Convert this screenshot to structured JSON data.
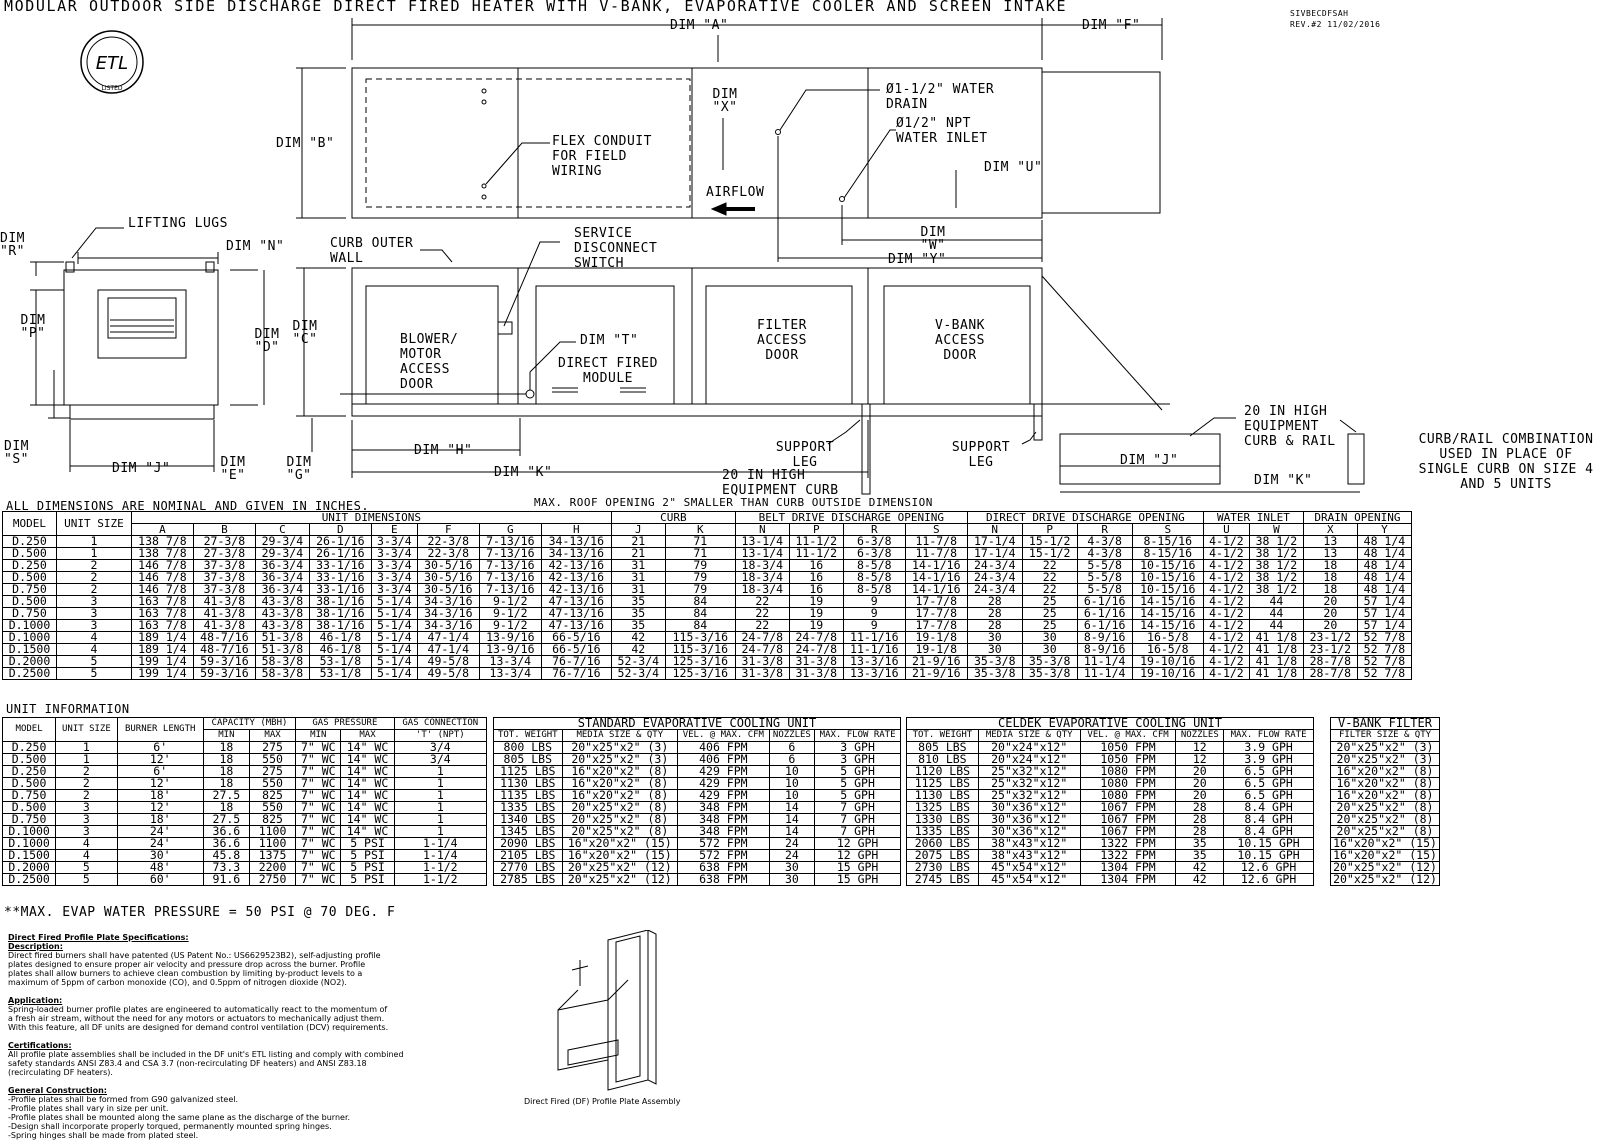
{
  "title": "MODULAR OUTDOOR SIDE DISCHARGE DIRECT FIRED HEATER WITH V-BANK, EVAPORATIVE COOLER AND SCREEN INTAKE",
  "doc_code": "SIVBECDFSAH",
  "revision": "REV.#2  11/02/2016",
  "logo": {
    "text": "ETL",
    "sub": "LISTED"
  },
  "top_view": {
    "dim_a": "DIM \"A\"",
    "dim_f": "DIM \"F\"",
    "dim_b": "DIM \"B\"",
    "dim_x": "DIM \"X\"",
    "dim_u": "DIM \"U\"",
    "dim_w": "DIM \"W\"",
    "dim_y": "DIM \"Y\"",
    "flex_conduit": "FLEX CONDUIT FOR FIELD WIRING",
    "water_drain": "Ø1-1/2\" WATER DRAIN",
    "water_inlet": "Ø1/2\" NPT WATER INLET",
    "airflow": "AIRFLOW"
  },
  "end_view": {
    "lifting_lugs": "LIFTING LUGS",
    "dim_r": "DIM \"R\"",
    "dim_n": "DIM \"N\"",
    "dim_p": "DIM \"P\"",
    "dim_d": "DIM \"D\"",
    "dim_s": "DIM \"S\"",
    "dim_j": "DIM \"J\"",
    "dim_e": "DIM \"E\"",
    "dim_g": "DIM \"G\""
  },
  "side_view": {
    "curb_outer_wall": "CURB OUTER WALL",
    "service_disconnect": "SERVICE DISCONNECT SWITCH",
    "dim_c": "DIM \"C\"",
    "dim_t": "DIM \"T\"",
    "blower_door": "BLOWER/ MOTOR ACCESS DOOR",
    "df_module": "DIRECT FIRED MODULE",
    "filter_door": "FILTER ACCESS DOOR",
    "vbank_door": "V-BANK ACCESS DOOR",
    "support_leg": "SUPPORT LEG",
    "equipment_curb": "20 IN HIGH EQUIPMENT CURB",
    "dim_h": "DIM \"H\"",
    "dim_k": "DIM \"K\""
  },
  "curb_rail": {
    "label": "20 IN HIGH EQUIPMENT CURB & RAIL",
    "note": "CURB/RAIL COMBINATION USED IN PLACE OF SINGLE CURB ON SIZE 4 AND 5 UNITS",
    "dim_j": "DIM \"J\"",
    "dim_k": "DIM \"K\""
  },
  "nominal_note": "ALL DIMENSIONS ARE NOMINAL AND GIVEN IN INCHES.",
  "roof_note": "MAX. ROOF OPENING 2\" SMALLER THAN CURB OUTSIDE DIMENSION",
  "dim_table": {
    "groups": [
      "MODEL",
      "UNIT SIZE",
      "UNIT DIMENSIONS",
      "CURB",
      "BELT DRIVE DISCHARGE OPENING",
      "DIRECT DRIVE DISCHARGE OPENING",
      "WATER INLET",
      "DRAIN OPENING"
    ],
    "columns": [
      "A",
      "B",
      "C",
      "D",
      "E",
      "F",
      "G",
      "H",
      "J",
      "K",
      "N",
      "P",
      "R",
      "S",
      "N",
      "P",
      "R",
      "S",
      "U",
      "W",
      "X",
      "Y"
    ],
    "rows": [
      [
        "D.250",
        "1",
        "138 7/8",
        "27-3/8",
        "29-3/4",
        "26-1/16",
        "3-3/4",
        "22-3/8",
        "7-13/16",
        "34-13/16",
        "21",
        "71",
        "13-1/4",
        "11-1/2",
        "6-3/8",
        "11-7/8",
        "17-1/4",
        "15-1/2",
        "4-3/8",
        "8-15/16",
        "4-1/2",
        "38 1/2",
        "13",
        "48 1/4"
      ],
      [
        "D.500",
        "1",
        "138 7/8",
        "27-3/8",
        "29-3/4",
        "26-1/16",
        "3-3/4",
        "22-3/8",
        "7-13/16",
        "34-13/16",
        "21",
        "71",
        "13-1/4",
        "11-1/2",
        "6-3/8",
        "11-7/8",
        "17-1/4",
        "15-1/2",
        "4-3/8",
        "8-15/16",
        "4-1/2",
        "38 1/2",
        "13",
        "48 1/4"
      ],
      [
        "D.250",
        "2",
        "146 7/8",
        "37-3/8",
        "36-3/4",
        "33-1/16",
        "3-3/4",
        "30-5/16",
        "7-13/16",
        "42-13/16",
        "31",
        "79",
        "18-3/4",
        "16",
        "8-5/8",
        "14-1/16",
        "24-3/4",
        "22",
        "5-5/8",
        "10-15/16",
        "4-1/2",
        "38 1/2",
        "18",
        "48 1/4"
      ],
      [
        "D.500",
        "2",
        "146 7/8",
        "37-3/8",
        "36-3/4",
        "33-1/16",
        "3-3/4",
        "30-5/16",
        "7-13/16",
        "42-13/16",
        "31",
        "79",
        "18-3/4",
        "16",
        "8-5/8",
        "14-1/16",
        "24-3/4",
        "22",
        "5-5/8",
        "10-15/16",
        "4-1/2",
        "38 1/2",
        "18",
        "48 1/4"
      ],
      [
        "D.750",
        "2",
        "146 7/8",
        "37-3/8",
        "36-3/4",
        "33-1/16",
        "3-3/4",
        "30-5/16",
        "7-13/16",
        "42-13/16",
        "31",
        "79",
        "18-3/4",
        "16",
        "8-5/8",
        "14-1/16",
        "24-3/4",
        "22",
        "5-5/8",
        "10-15/16",
        "4-1/2",
        "38 1/2",
        "18",
        "48 1/4"
      ],
      [
        "D.500",
        "3",
        "163 7/8",
        "41-3/8",
        "43-3/8",
        "38-1/16",
        "5-1/4",
        "34-3/16",
        "9-1/2",
        "47-13/16",
        "35",
        "84",
        "22",
        "19",
        "9",
        "17-7/8",
        "28",
        "25",
        "6-1/16",
        "14-15/16",
        "4-1/2",
        "44",
        "20",
        "57 1/4"
      ],
      [
        "D.750",
        "3",
        "163 7/8",
        "41-3/8",
        "43-3/8",
        "38-1/16",
        "5-1/4",
        "34-3/16",
        "9-1/2",
        "47-13/16",
        "35",
        "84",
        "22",
        "19",
        "9",
        "17-7/8",
        "28",
        "25",
        "6-1/16",
        "14-15/16",
        "4-1/2",
        "44",
        "20",
        "57 1/4"
      ],
      [
        "D.1000",
        "3",
        "163 7/8",
        "41-3/8",
        "43-3/8",
        "38-1/16",
        "5-1/4",
        "34-3/16",
        "9-1/2",
        "47-13/16",
        "35",
        "84",
        "22",
        "19",
        "9",
        "17-7/8",
        "28",
        "25",
        "6-1/16",
        "14-15/16",
        "4-1/2",
        "44",
        "20",
        "57 1/4"
      ],
      [
        "D.1000",
        "4",
        "189 1/4",
        "48-7/16",
        "51-3/8",
        "46-1/8",
        "5-1/4",
        "47-1/4",
        "13-9/16",
        "66-5/16",
        "42",
        "115-3/16",
        "24-7/8",
        "24-7/8",
        "11-1/16",
        "19-1/8",
        "30",
        "30",
        "8-9/16",
        "16-5/8",
        "4-1/2",
        "41 1/8",
        "23-1/2",
        "52 7/8"
      ],
      [
        "D.1500",
        "4",
        "189 1/4",
        "48-7/16",
        "51-3/8",
        "46-1/8",
        "5-1/4",
        "47-1/4",
        "13-9/16",
        "66-5/16",
        "42",
        "115-3/16",
        "24-7/8",
        "24-7/8",
        "11-1/16",
        "19-1/8",
        "30",
        "30",
        "8-9/16",
        "16-5/8",
        "4-1/2",
        "41 1/8",
        "23-1/2",
        "52 7/8"
      ],
      [
        "D.2000",
        "5",
        "199 1/4",
        "59-3/16",
        "58-3/8",
        "53-1/8",
        "5-1/4",
        "49-5/8",
        "13-3/4",
        "76-7/16",
        "52-3/4",
        "125-3/16",
        "31-3/8",
        "31-3/8",
        "13-3/16",
        "21-9/16",
        "35-3/8",
        "35-3/8",
        "11-1/4",
        "19-10/16",
        "4-1/2",
        "41 1/8",
        "28-7/8",
        "52 7/8"
      ],
      [
        "D.2500",
        "5",
        "199 1/4",
        "59-3/16",
        "58-3/8",
        "53-1/8",
        "5-1/4",
        "49-5/8",
        "13-3/4",
        "76-7/16",
        "52-3/4",
        "125-3/16",
        "31-3/8",
        "31-3/8",
        "13-3/16",
        "21-9/16",
        "35-3/8",
        "35-3/8",
        "11-1/4",
        "19-10/16",
        "4-1/2",
        "41 1/8",
        "28-7/8",
        "52 7/8"
      ]
    ]
  },
  "unit_info_title": "UNIT INFORMATION",
  "unit_info": {
    "head1": [
      "MODEL",
      "UNIT SIZE",
      "BURNER LENGTH",
      "CAPACITY (MBH)",
      "GAS PRESSURE",
      "GAS CONNECTION"
    ],
    "head2": [
      "MIN",
      "MAX",
      "MIN",
      "MAX",
      "'T' (NPT)"
    ],
    "rows": [
      [
        "D.250",
        "1",
        "6'",
        "18",
        "275",
        "7\" WC",
        "14\" WC",
        "3/4"
      ],
      [
        "D.500",
        "1",
        "12'",
        "18",
        "550",
        "7\" WC",
        "14\" WC",
        "3/4"
      ],
      [
        "D.250",
        "2",
        "6'",
        "18",
        "275",
        "7\" WC",
        "14\" WC",
        "1"
      ],
      [
        "D.500",
        "2",
        "12'",
        "18",
        "550",
        "7\" WC",
        "14\" WC",
        "1"
      ],
      [
        "D.750",
        "2",
        "18'",
        "27.5",
        "825",
        "7\" WC",
        "14\" WC",
        "1"
      ],
      [
        "D.500",
        "3",
        "12'",
        "18",
        "550",
        "7\" WC",
        "14\" WC",
        "1"
      ],
      [
        "D.750",
        "3",
        "18'",
        "27.5",
        "825",
        "7\" WC",
        "14\" WC",
        "1"
      ],
      [
        "D.1000",
        "3",
        "24'",
        "36.6",
        "1100",
        "7\" WC",
        "14\" WC",
        "1"
      ],
      [
        "D.1000",
        "4",
        "24'",
        "36.6",
        "1100",
        "7\" WC",
        "5 PSI",
        "1-1/4"
      ],
      [
        "D.1500",
        "4",
        "30'",
        "45.8",
        "1375",
        "7\" WC",
        "5 PSI",
        "1-1/4"
      ],
      [
        "D.2000",
        "5",
        "48'",
        "73.3",
        "2200",
        "7\" WC",
        "5 PSI",
        "1-1/2"
      ],
      [
        "D.2500",
        "5",
        "60'",
        "91.6",
        "2750",
        "7\" WC",
        "5 PSI",
        "1-1/2"
      ]
    ]
  },
  "std_evap": {
    "title": "STANDARD EVAPORATIVE COOLING UNIT",
    "head": [
      "TOT. WEIGHT",
      "MEDIA SIZE & QTY",
      "VEL. @ MAX. CFM",
      "NOZZLES",
      "MAX. FLOW RATE"
    ],
    "rows": [
      [
        "800 LBS",
        "20\"x25\"x2\" (3)",
        "406 FPM",
        "6",
        "3 GPH"
      ],
      [
        "805 LBS",
        "20\"x25\"x2\" (3)",
        "406 FPM",
        "6",
        "3 GPH"
      ],
      [
        "1125 LBS",
        "16\"x20\"x2\" (8)",
        "429 FPM",
        "10",
        "5 GPH"
      ],
      [
        "1130 LBS",
        "16\"x20\"x2\" (8)",
        "429 FPM",
        "10",
        "5 GPH"
      ],
      [
        "1135 LBS",
        "16\"x20\"x2\" (8)",
        "429 FPM",
        "10",
        "5 GPH"
      ],
      [
        "1335 LBS",
        "20\"x25\"x2\" (8)",
        "348 FPM",
        "14",
        "7 GPH"
      ],
      [
        "1340 LBS",
        "20\"x25\"x2\" (8)",
        "348 FPM",
        "14",
        "7 GPH"
      ],
      [
        "1345 LBS",
        "20\"x25\"x2\" (8)",
        "348 FPM",
        "14",
        "7 GPH"
      ],
      [
        "2090 LBS",
        "16\"x20\"x2\" (15)",
        "572 FPM",
        "24",
        "12 GPH"
      ],
      [
        "2105 LBS",
        "16\"x20\"x2\" (15)",
        "572 FPM",
        "24",
        "12 GPH"
      ],
      [
        "2770 LBS",
        "20\"x25\"x2\" (12)",
        "638 FPM",
        "30",
        "15 GPH"
      ],
      [
        "2785 LBS",
        "20\"x25\"x2\" (12)",
        "638 FPM",
        "30",
        "15 GPH"
      ]
    ]
  },
  "celdek": {
    "title": "CELDEK EVAPORATIVE COOLING UNIT",
    "head": [
      "TOT. WEIGHT",
      "MEDIA SIZE & QTY",
      "VEL. @ MAX. CFM",
      "NOZZLES",
      "MAX. FLOW RATE"
    ],
    "rows": [
      [
        "805 LBS",
        "20\"x24\"x12\"",
        "1050 FPM",
        "12",
        "3.9 GPH"
      ],
      [
        "810 LBS",
        "20\"x24\"x12\"",
        "1050 FPM",
        "12",
        "3.9 GPH"
      ],
      [
        "1120 LBS",
        "25\"x32\"x12\"",
        "1080 FPM",
        "20",
        "6.5 GPH"
      ],
      [
        "1125 LBS",
        "25\"x32\"x12\"",
        "1080 FPM",
        "20",
        "6.5 GPH"
      ],
      [
        "1130 LBS",
        "25\"x32\"x12\"",
        "1080 FPM",
        "20",
        "6.5 GPH"
      ],
      [
        "1325 LBS",
        "30\"x36\"x12\"",
        "1067 FPM",
        "28",
        "8.4 GPH"
      ],
      [
        "1330 LBS",
        "30\"x36\"x12\"",
        "1067 FPM",
        "28",
        "8.4 GPH"
      ],
      [
        "1335 LBS",
        "30\"x36\"x12\"",
        "1067 FPM",
        "28",
        "8.4 GPH"
      ],
      [
        "2060 LBS",
        "38\"x43\"x12\"",
        "1322 FPM",
        "35",
        "10.15 GPH"
      ],
      [
        "2075 LBS",
        "38\"x43\"x12\"",
        "1322 FPM",
        "35",
        "10.15 GPH"
      ],
      [
        "2730 LBS",
        "45\"x54\"x12\"",
        "1304 FPM",
        "42",
        "12.6 GPH"
      ],
      [
        "2745 LBS",
        "45\"x54\"x12\"",
        "1304 FPM",
        "42",
        "12.6 GPH"
      ]
    ]
  },
  "vbank": {
    "title": "V-BANK FILTER",
    "head": "FILTER SIZE & QTY",
    "rows": [
      "20\"x25\"x2\" (3)",
      "20\"x25\"x2\" (3)",
      "16\"x20\"x2\" (8)",
      "16\"x20\"x2\" (8)",
      "16\"x20\"x2\" (8)",
      "20\"x25\"x2\" (8)",
      "20\"x25\"x2\" (8)",
      "20\"x25\"x2\" (8)",
      "16\"x20\"x2\" (15)",
      "16\"x20\"x2\" (15)",
      "20\"x25\"x2\" (12)",
      "20\"x25\"x2\" (12)"
    ]
  },
  "evap_note": "**MAX. EVAP WATER PRESSURE = 50 PSI @ 70 DEG. F",
  "spec": {
    "title": "Direct Fired Profile Plate Specifications:",
    "desc_h": "Description:",
    "desc": "Direct fired burners shall have patented (US Patent No.: US6629523B2), self-adjusting profile\nplates designed to ensure proper air velocity and pressure drop across the burner. Profile\nplates shall allow burners to achieve clean combustion by limiting by-product levels to a\nmaximum of 5ppm of carbon monoxide (CO), and 0.5ppm of nitrogen dioxide (NO2).",
    "app_h": "Application:",
    "app": "Spring-loaded burner profile plates are engineered to automatically react to the momentum of\na fresh air stream, without the need for any motors or actuators to mechanically adjust them.\nWith this feature, all DF units are designed for demand control ventilation (DCV) requirements.",
    "cert_h": "Certifications:",
    "cert": "All profile plate assemblies shall be included in the DF unit's ETL listing and comply with combined\nsafety standards ANSI Z83.4 and CSA 3.7 (non-recirculating DF heaters) and ANSI Z83.18\n(recirculating DF heaters).",
    "gen_h": "General Construction:",
    "gen": "-Profile plates shall be formed from G90 galvanized steel.\n-Profile plates shall vary in size per unit.\n-Profile plates shall be mounted along the same plane as the discharge of the burner.\n-Design shall incorporate properly torqued, permanently mounted spring hinges.\n-Spring hinges shall be made from plated steel.",
    "caption": "Direct Fired (DF) Profile Plate Assembly"
  }
}
